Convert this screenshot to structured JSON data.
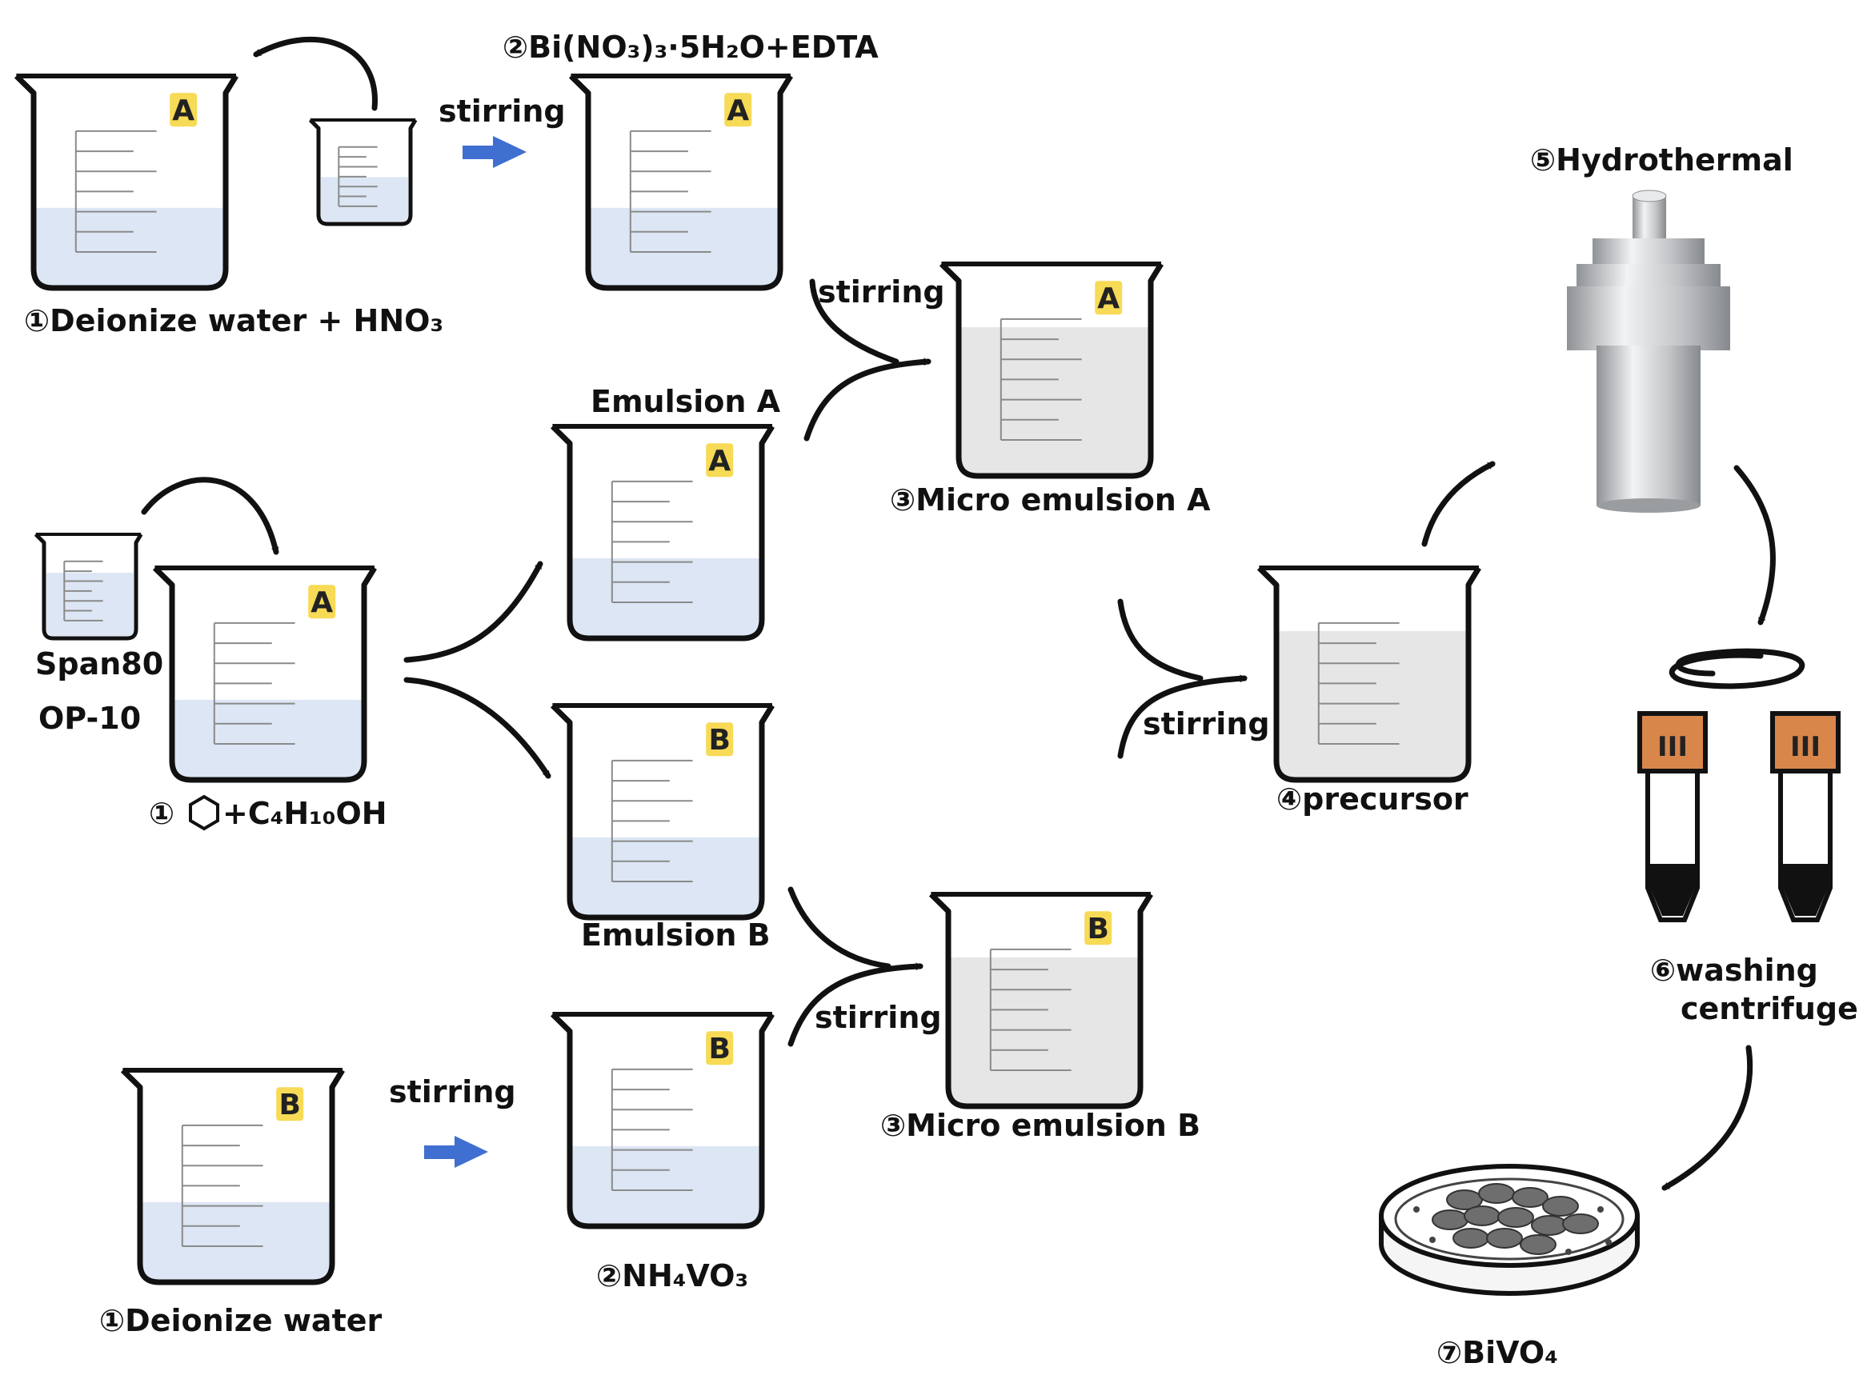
{
  "colors": {
    "beaker_outline": "#111111",
    "liquid_clear": "#dde6f4",
    "liquid_gray": "#e6e6e6",
    "tag_fill": "#f7da55",
    "blue_arrow": "#3f6fd1",
    "tube_cap": "#d9864b",
    "autoclave": "#b8babd",
    "pellet": "#6e6e6e"
  },
  "labels": {
    "deionize_hno3": "①Deionize water + HNO₃",
    "bi_nitrate_edta": "②Bi(NO₃)₃·5H₂O+EDTA",
    "stirring_top": "stirring",
    "stirring_micro_a": "stirring",
    "emulsion_a": "Emulsion A",
    "micro_emulsion_a": "③Micro emulsion A",
    "hydrothermal": "⑤Hydrothermal",
    "span80": "Span80",
    "op10": "OP-10",
    "cyclohexane_prefix": "①",
    "cyclohexane_suffix": "+C₄H₁₀OH",
    "stirring_precursor": "stirring",
    "precursor": "④precursor",
    "emulsion_b": "Emulsion B",
    "washing": "⑥washing",
    "centrifuge": "centrifuge",
    "stirring_micro_b": "stirring",
    "micro_emulsion_b": "③Micro emulsion B",
    "stirring_bottom": "stirring",
    "deionize_water": "①Deionize water",
    "nh4vo3": "②NH₄VO₃",
    "bivo4": "⑦BiVO₄"
  },
  "tags": {
    "beaker_1": "A",
    "beaker_2": "A",
    "beaker_micro_a": "A",
    "beaker_emulsion_a": "A",
    "beaker_oil": "A",
    "beaker_emulsion_b": "B",
    "beaker_micro_b": "B",
    "beaker_water_b": "B",
    "beaker_nh4vo3": "B"
  },
  "icons": {
    "cyclohexane": "hexagon-icon",
    "tube_cap_marks": "III"
  }
}
